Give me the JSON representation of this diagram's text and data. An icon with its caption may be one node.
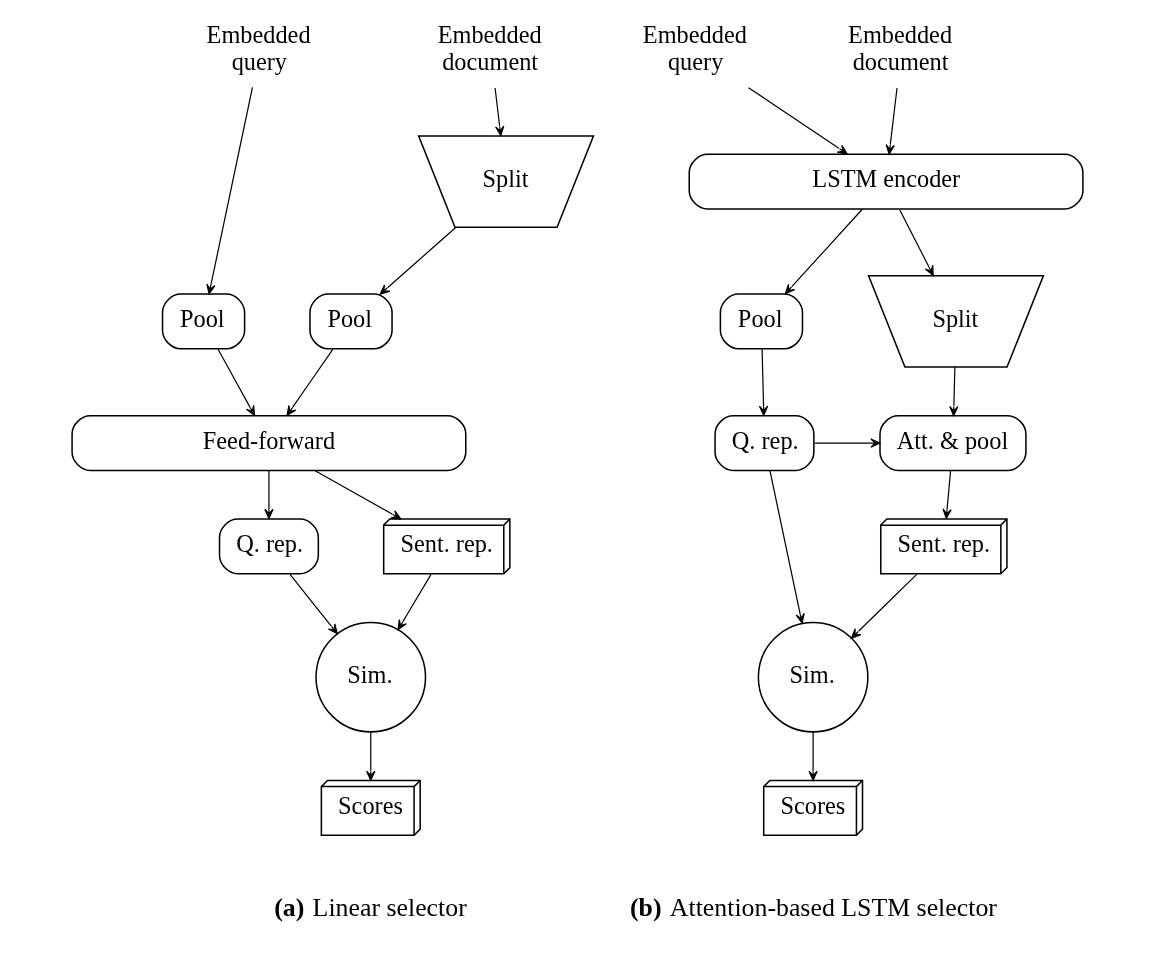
{
  "diagram": {
    "nodes": [
      {
        "text": [
          "Embedded query"
        ]
      },
      {
        "text": [
          "Embedded document"
        ]
      },
      {
        "text": [
          "Split"
        ]
      },
      {
        "text": [
          "Pool"
        ]
      },
      {
        "text": [
          "Pool"
        ]
      },
      {
        "text": [
          "Feed-forward"
        ]
      },
      {
        "text": [
          "Q. rep."
        ]
      },
      {
        "text": [
          "Sent. rep."
        ]
      },
      {
        "text": [
          "Sim."
        ]
      },
      {
        "text": [
          "Scores"
        ]
      },
      {
        "text": [
          "Embedded query"
        ]
      },
      {
        "text": [
          "Embedded document"
        ]
      },
      {
        "text": [
          "LSTM encoder"
        ]
      },
      {
        "text": [
          "Pool"
        ]
      },
      {
        "text": [
          "Split"
        ]
      },
      {
        "text": [
          "Q. rep."
        ]
      },
      {
        "text": [
          "Att. & pool"
        ]
      },
      {
        "text": [
          "Sent. rep."
        ]
      },
      {
        "text": [
          "Sim."
        ]
      },
      {
        "text": [
          "Scores"
        ]
      }
    ],
    "edges": [
      {
        "from": 0,
        "to": 3,
        "arrow": "to"
      },
      {
        "from": 1,
        "to": 2,
        "arrow": "to"
      },
      {
        "from": 2,
        "to": 4,
        "arrow": "to"
      },
      {
        "from": 3,
        "to": 5,
        "arrow": "to"
      },
      {
        "from": 4,
        "to": 5,
        "arrow": "to"
      },
      {
        "from": 5,
        "to": 6,
        "arrow": "to"
      },
      {
        "from": 5,
        "to": 7,
        "arrow": "to"
      },
      {
        "from": 6,
        "to": 8,
        "arrow": "to"
      },
      {
        "from": 7,
        "to": 8,
        "arrow": "to"
      },
      {
        "from": 8,
        "to": 9,
        "arrow": "to"
      },
      {
        "from": 10,
        "to": 12,
        "arrow": "to"
      },
      {
        "from": 11,
        "to": 12,
        "arrow": "to"
      },
      {
        "from": 12,
        "to": 13,
        "arrow": "to"
      },
      {
        "from": 12,
        "to": 14,
        "arrow": "to"
      },
      {
        "from": 13,
        "to": 15,
        "arrow": "to"
      },
      {
        "from": 14,
        "to": 16,
        "arrow": "to"
      },
      {
        "from": 15,
        "to": 16,
        "arrow": "to"
      },
      {
        "from": 16,
        "to": 17,
        "arrow": "to"
      },
      {
        "from": 15,
        "to": 18,
        "arrow": "to"
      },
      {
        "from": 17,
        "to": 18,
        "arrow": "to"
      },
      {
        "from": 18,
        "to": 19,
        "arrow": "to"
      }
    ],
    "labels": [
      "**(a)** Linear selector",
      "**(b)** Attention-based LSTM selector"
    ]
  }
}
